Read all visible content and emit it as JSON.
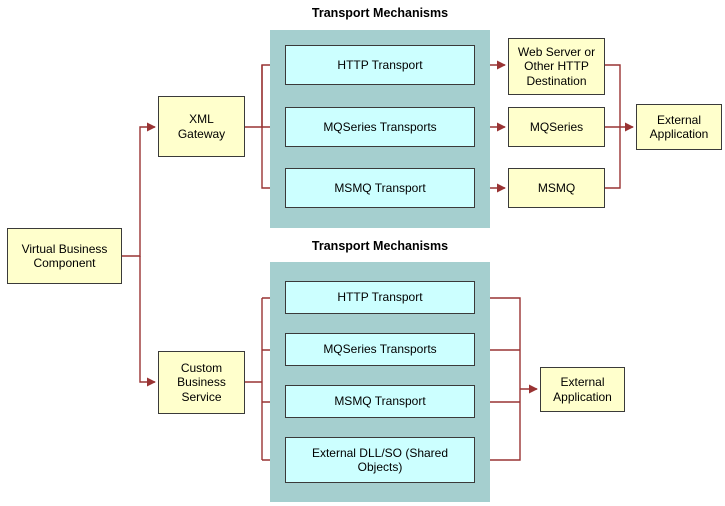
{
  "root_box": "Virtual Business Component",
  "top": {
    "title": "Transport Mechanisms",
    "gateway": "XML Gateway",
    "transports": [
      "HTTP Transport",
      "MQSeries Transports",
      "MSMQ Transport"
    ],
    "destinations": [
      "Web Server or Other HTTP Destination",
      "MQSeries",
      "MSMQ"
    ],
    "external": "External Application"
  },
  "bottom": {
    "title": "Transport Mechanisms",
    "service": "Custom Business Service",
    "transports": [
      "HTTP Transport",
      "MQSeries Transports",
      "MSMQ Transport",
      "External DLL/SO (Shared Objects)"
    ],
    "external": "External Application"
  },
  "colors": {
    "yellow_box": "#ffffcc",
    "cyan_box": "#ccffff",
    "teal_container": "#a5cfcf",
    "connector": "#993333",
    "box_border": "#3a3a3a",
    "background": "#ffffff"
  }
}
